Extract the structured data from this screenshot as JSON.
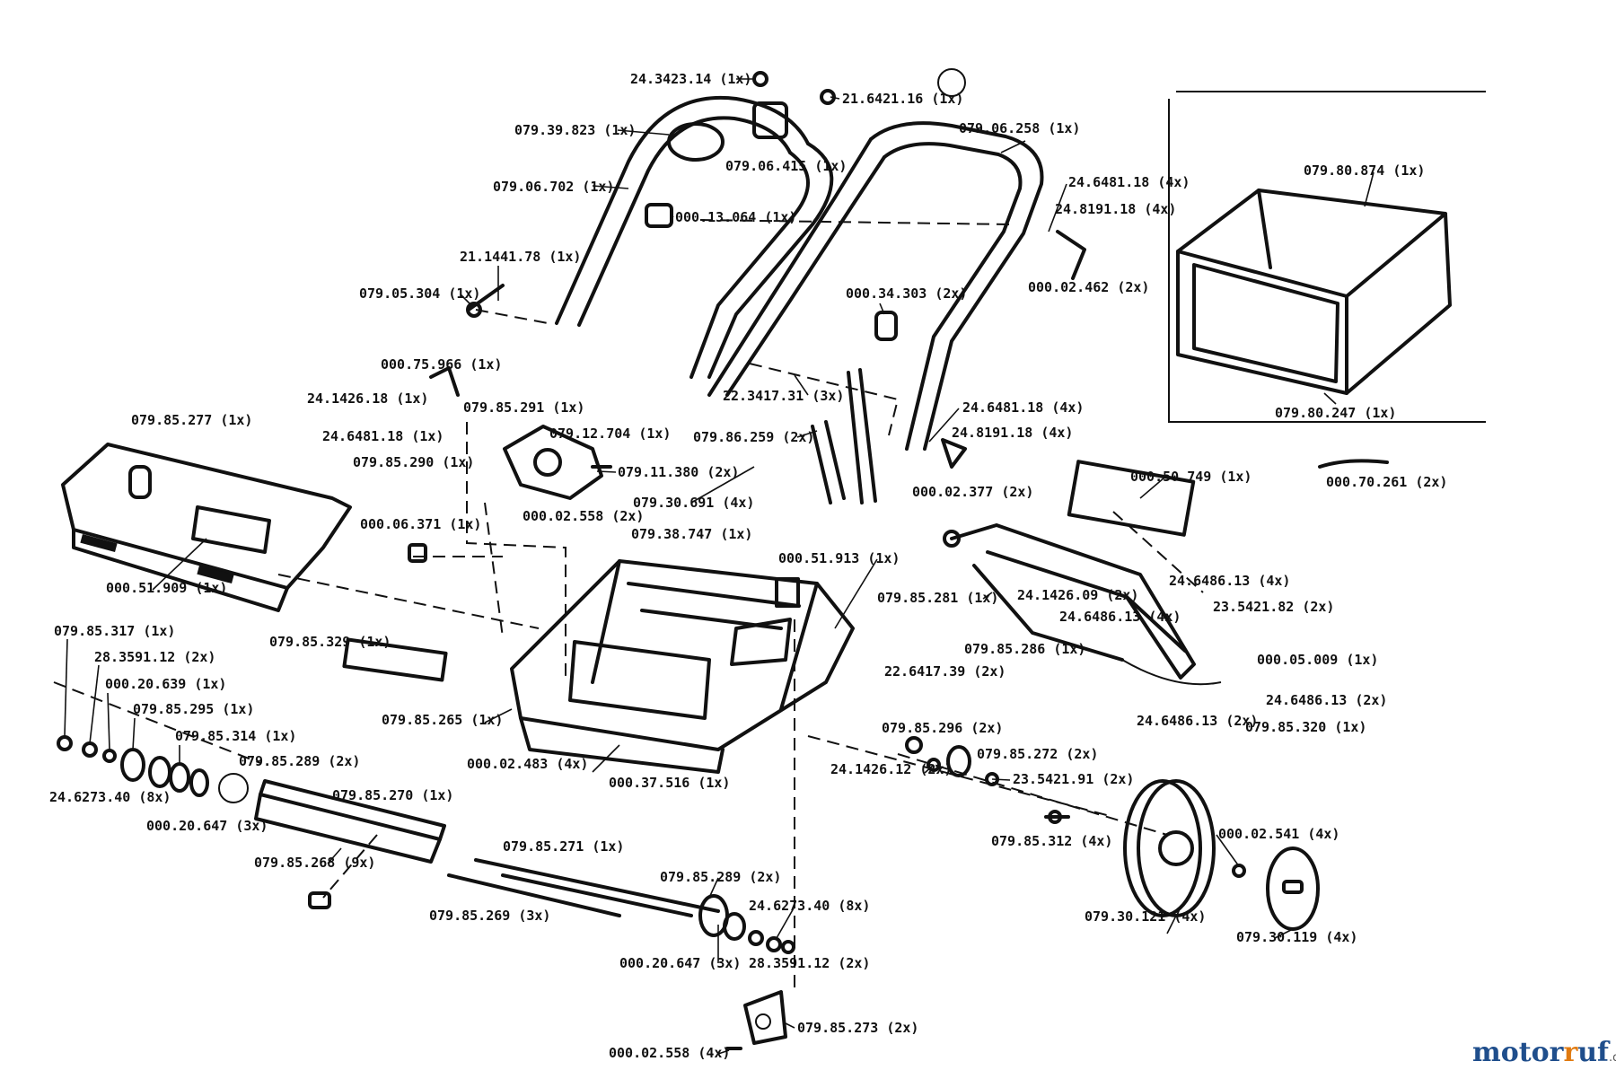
{
  "parts": {
    "p_24_3423_14": "24.3423.14 (1x)",
    "p_21_6421_16": "21.6421.16 (1x)",
    "p_079_39_823": "079.39.823 (1x)",
    "p_079_06_415": "079.06.415 (1x)",
    "p_079_06_258": "079.06.258 (1x)",
    "p_079_06_702": "079.06.702 (1x)",
    "p_000_13_064": "000.13.064 (1x)",
    "p_24_6481_18_top": "24.6481.18 (4x)",
    "p_24_8191_18_top": "24.8191.18 (4x)",
    "p_000_02_462": "000.02.462 (2x)",
    "p_21_1441_78": "21.1441.78 (1x)",
    "p_079_05_304": "079.05.304 (1x)",
    "p_000_34_303": "000.34.303 (2x)",
    "p_000_75_966": "000.75.966 (1x)",
    "p_24_1426_18": "24.1426.18 (1x)",
    "p_079_85_291": "079.85.291 (1x)",
    "p_079_12_704": "079.12.704 (1x)",
    "p_24_6481_18_left": "24.6481.18 (1x)",
    "p_079_85_290": "079.85.290 (1x)",
    "p_079_85_277": "079.85.277 (1x)",
    "p_22_3417_31": "22.3417.31 (3x)",
    "p_24_6481_18_mid": "24.6481.18 (4x)",
    "p_24_8191_18_mid": "24.8191.18 (4x)",
    "p_079_86_259": "079.86.259 (2x)",
    "p_079_11_380": "079.11.380 (2x)",
    "p_000_02_377": "000.02.377 (2x)",
    "p_079_30_691": "079.30.691 (4x)",
    "p_000_02_558_top": "000.02.558 (2x)",
    "p_000_06_371": "000.06.371 (1x)",
    "p_079_38_747": "079.38.747 (1x)",
    "p_000_51_913": "000.51.913 (1x)",
    "p_000_51_909": "000.51.909 (1x)",
    "p_079_80_874": "079.80.874 (1x)",
    "p_079_80_247": "079.80.247 (1x)",
    "p_000_70_261": "000.70.261 (2x)",
    "p_000_50_749": "000.50.749 (1x)",
    "p_079_85_281": "079.85.281 (1x)",
    "p_24_1426_09": "24.1426.09 (2x)",
    "p_24_6486_13_a": "24.6486.13 (4x)",
    "p_24_6486_13_b": "24.6486.13 (4x)",
    "p_23_5421_82": "23.5421.82 (2x)",
    "p_079_85_286": "079.85.286 (1x)",
    "p_000_05_009": "000.05.009 (1x)",
    "p_24_6486_13_c": "24.6486.13 (2x)",
    "p_24_6486_13_d": "24.6486.13 (2x)",
    "p_079_85_320": "079.85.320 (1x)",
    "p_079_85_317": "079.85.317 (1x)",
    "p_28_3591_12_left": "28.3591.12 (2x)",
    "p_000_20_639": "000.20.639 (1x)",
    "p_079_85_295": "079.85.295 (1x)",
    "p_079_85_314": "079.85.314 (1x)",
    "p_079_85_329": "079.85.329 (1x)",
    "p_22_6417_39": "22.6417.39 (2x)",
    "p_079_85_265": "079.85.265 (1x)",
    "p_000_02_483": "000.02.483 (4x)",
    "p_000_37_516": "000.37.516 (1x)",
    "p_079_85_296": "079.85.296 (2x)",
    "p_079_85_272": "079.85.272 (2x)",
    "p_24_1426_12": "24.1426.12 (2x)",
    "p_23_5421_91": "23.5421.91 (2x)",
    "p_079_85_289_left": "079.85.289 (2x)",
    "p_079_85_270": "079.85.270 (1x)",
    "p_24_6273_40_left": "24.6273.40 (8x)",
    "p_000_20_647_left": "000.20.647 (3x)",
    "p_079_85_312": "079.85.312 (4x)",
    "p_000_02_541": "000.02.541 (4x)",
    "p_079_85_268": "079.85.268 (9x)",
    "p_079_85_271": "079.85.271 (1x)",
    "p_079_85_289_right": "079.85.289 (2x)",
    "p_079_85_269": "079.85.269 (3x)",
    "p_24_6273_40_right": "24.6273.40 (8x)",
    "p_079_30_121": "079.30.121 (4x)",
    "p_079_30_119": "079.30.119 (4x)",
    "p_000_20_647_right": "000.20.647 (3x)",
    "p_28_3591_12_right": "28.3591.12 (2x)",
    "p_079_85_273": "079.85.273 (2x)",
    "p_000_02_558_bottom": "000.02.558 (4x)"
  },
  "watermark": {
    "part1": "motor",
    "part2": "uf",
    "r": "r",
    "tld": ".de"
  }
}
